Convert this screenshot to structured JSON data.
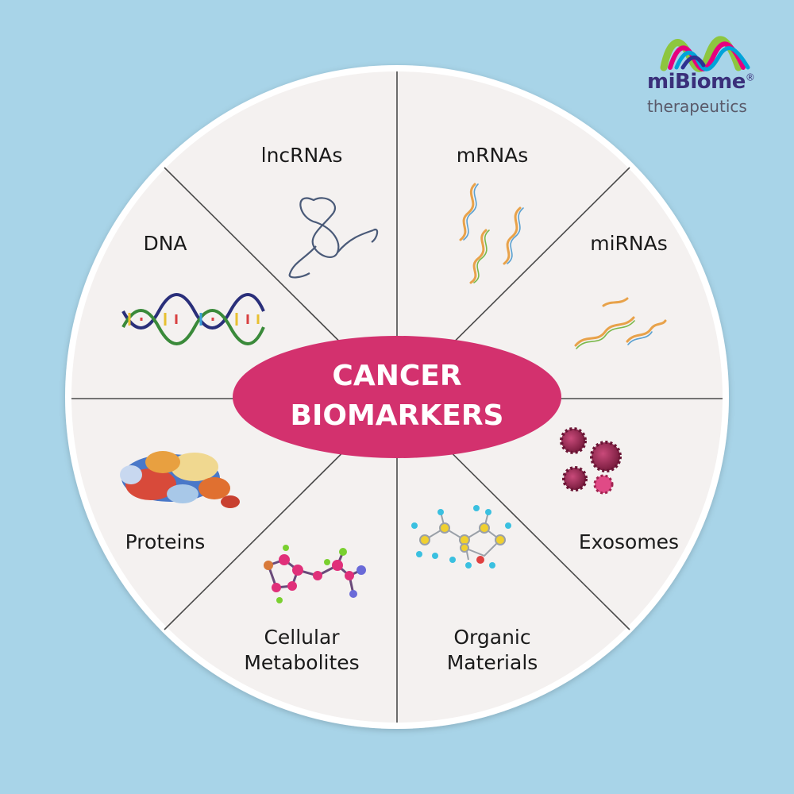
{
  "brand": {
    "name": "miBiome",
    "registered": "®",
    "tagline": "therapeutics",
    "colors": [
      "#8dc63f",
      "#e6007e",
      "#00a3d9",
      "#2e3192"
    ]
  },
  "diagram": {
    "center_label_line1": "CANCER",
    "center_label_line2": "BIOMARKERS",
    "center_color": "#d3316e",
    "wheel_color": "#f4f1f0",
    "segments": [
      {
        "label": "lncRNAs",
        "icon": "lncrna-icon"
      },
      {
        "label": "mRNAs",
        "icon": "mrna-icon"
      },
      {
        "label": "miRNAs",
        "icon": "mirna-icon"
      },
      {
        "label": "Exosomes",
        "icon": "exosome-icon"
      },
      {
        "label_line1": "Organic",
        "label_line2": "Materials",
        "icon": "organic-molecule-icon"
      },
      {
        "label_line1": "Cellular",
        "label_line2": "Metabolites",
        "icon": "metabolite-molecule-icon"
      },
      {
        "label": "Proteins",
        "icon": "protein-icon"
      },
      {
        "label": "DNA",
        "icon": "dna-helix-icon"
      }
    ]
  }
}
